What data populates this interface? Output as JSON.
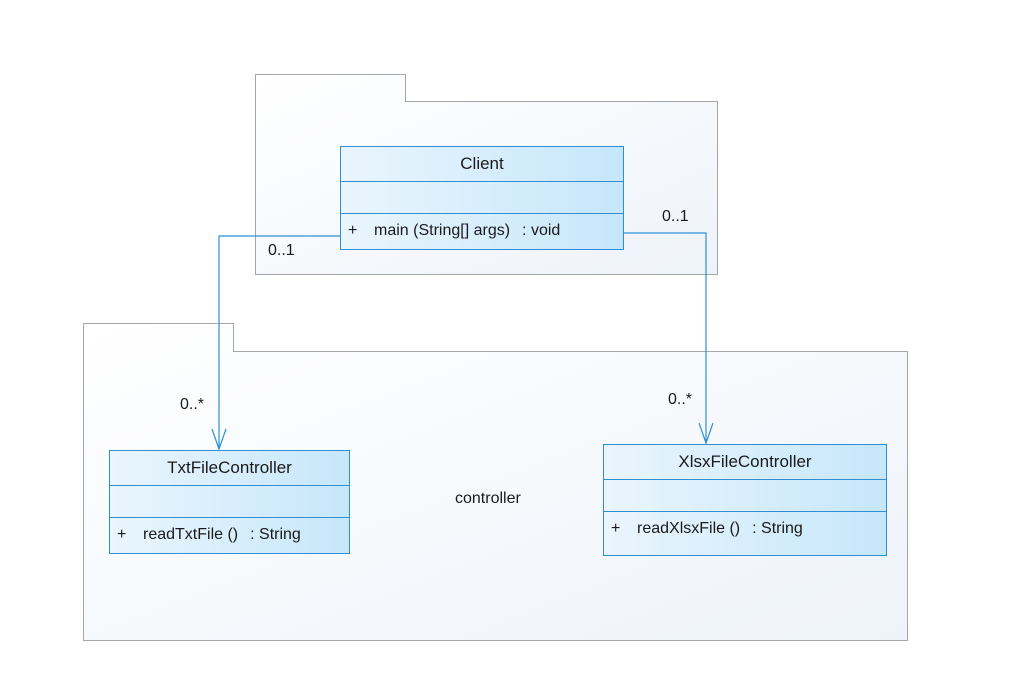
{
  "colors": {
    "class_border": "#2f8fd6",
    "class_fill_start": "#eaf5fd",
    "class_fill_end": "#c6e7fa",
    "association": "#2f8fd6",
    "package_border": "#a6a6a6"
  },
  "packages": {
    "client_package": {
      "name": ""
    },
    "controller_package": {
      "name": "controller"
    }
  },
  "classes": {
    "client": {
      "name": "Client",
      "attributes": [],
      "operations": [
        {
          "visibility": "+",
          "signature": "main (String[] args)",
          "return": ": void"
        }
      ]
    },
    "txt": {
      "name": "TxtFileController",
      "attributes": [],
      "operations": [
        {
          "visibility": "+",
          "signature": "readTxtFile ()",
          "return": ": String"
        }
      ]
    },
    "xlsx": {
      "name": "XlsxFileController",
      "attributes": [],
      "operations": [
        {
          "visibility": "+",
          "signature": "readXlsxFile ()",
          "return": ": String"
        }
      ]
    }
  },
  "associations": [
    {
      "from": "Client",
      "to": "TxtFileController",
      "source_multiplicity": "0..1",
      "target_multiplicity": "0..*",
      "navigable_to_target": true
    },
    {
      "from": "Client",
      "to": "XlsxFileController",
      "source_multiplicity": "0..1",
      "target_multiplicity": "0..*",
      "navigable_to_target": true
    }
  ]
}
